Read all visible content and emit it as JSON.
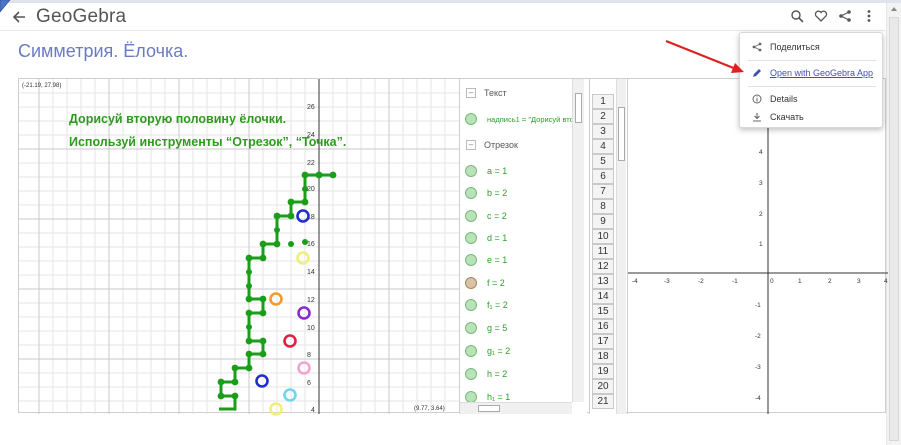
{
  "app": {
    "logo": "GeoGebra"
  },
  "page": {
    "title": "Симметрия. Ёлочка."
  },
  "graphics": {
    "corner_top_left": "(-21.19, 27.98)",
    "corner_bottom_right": "(9.77, 3.64)",
    "instruction_line1": "Дорисуй вторую половину ёлочки.",
    "instruction_line2": "Используй инструменты “Отрезок”, “Точка”.",
    "y_labels": [
      "26",
      "24",
      "22",
      "20",
      "18",
      "16",
      "14",
      "12",
      "10",
      "8",
      "6",
      "4"
    ]
  },
  "algebra": {
    "category_text": "Текст",
    "text_item": "надпись1 = \"Дорисуй вто",
    "category_segment": "Отрезок",
    "segments": [
      {
        "label": "a = 1",
        "color": "green"
      },
      {
        "label": "b = 2",
        "color": "green"
      },
      {
        "label": "c = 2",
        "color": "green"
      },
      {
        "label": "d = 1",
        "color": "green"
      },
      {
        "label": "e = 1",
        "color": "green"
      },
      {
        "label": "f = 2",
        "color": "brown"
      },
      {
        "label": "f₁ = 2",
        "color": "green"
      },
      {
        "label": "g = 5",
        "color": "green"
      },
      {
        "label": "g₁ = 2",
        "color": "green"
      },
      {
        "label": "h = 2",
        "color": "green"
      },
      {
        "label": "h₁ = 1",
        "color": "green"
      }
    ]
  },
  "spreadsheet": {
    "rows": [
      "1",
      "2",
      "3",
      "4",
      "5",
      "6",
      "7",
      "8",
      "9",
      "10",
      "11",
      "12",
      "13",
      "14",
      "15",
      "16",
      "17",
      "18",
      "19",
      "20",
      "21"
    ]
  },
  "graphics2": {
    "x_labels": [
      "-4",
      "-3",
      "-2",
      "-1",
      "0",
      "1",
      "2",
      "3",
      "4"
    ],
    "y_labels_pos": [
      "4",
      "3",
      "2",
      "1"
    ],
    "y_labels_neg": [
      "-1",
      "-2",
      "-3",
      "-4"
    ]
  },
  "menu": {
    "share": "Поделиться",
    "open_app": "Open with GeoGebra App",
    "details": "Details",
    "download": "Скачать"
  },
  "colors": {
    "accent_title": "#6a7bc4",
    "tree_green": "#1a9e1a",
    "instruction_green": "#2e9b1e",
    "annotation_arrow": "#e02020"
  }
}
